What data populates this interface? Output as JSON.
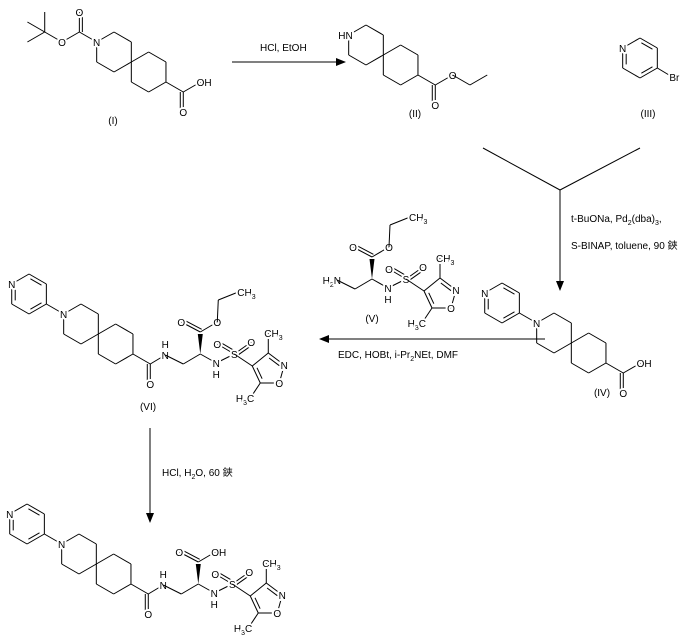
{
  "compounds": {
    "I": "(I)",
    "II": "(II)",
    "III": "(III)",
    "IV": "(IV)",
    "V": "(V)",
    "VI": "(VI)"
  },
  "reagents": {
    "step1": [
      [
        "HCl, EtOH",
        ""
      ]
    ],
    "step2_line1": [
      [
        "t-BuONa, Pd",
        ""
      ],
      [
        "2",
        "sub"
      ],
      [
        "(dba)",
        ""
      ],
      [
        "3",
        "sub"
      ],
      [
        ",",
        ""
      ]
    ],
    "step2_line2": [
      [
        "S-BINAP, toluene, 90 鋏",
        ""
      ]
    ],
    "step3": [
      [
        "EDC, HOBt, i-Pr",
        ""
      ],
      [
        "2",
        "sub"
      ],
      [
        "NEt, DMF",
        ""
      ]
    ],
    "step4": [
      [
        "HCl, H",
        ""
      ],
      [
        "2",
        "sub"
      ],
      [
        "O, 60 鋏",
        ""
      ]
    ]
  },
  "atoms": {
    "N": [
      [
        "N",
        ""
      ]
    ],
    "O": [
      [
        "O",
        ""
      ]
    ],
    "OH": [
      [
        "OH",
        ""
      ]
    ],
    "HN": [
      [
        "HN",
        ""
      ]
    ],
    "H": [
      [
        "H",
        ""
      ]
    ],
    "S": [
      [
        "S",
        ""
      ]
    ],
    "Br": [
      [
        "Br",
        ""
      ]
    ],
    "CH3": [
      [
        "CH",
        ""
      ],
      [
        "3",
        "sub"
      ]
    ],
    "H3C": [
      [
        "H",
        ""
      ],
      [
        "3",
        "sub"
      ],
      [
        "C",
        ""
      ]
    ],
    "H2N": [
      [
        "H",
        ""
      ],
      [
        "2",
        "sub"
      ],
      [
        "N",
        ""
      ]
    ]
  }
}
